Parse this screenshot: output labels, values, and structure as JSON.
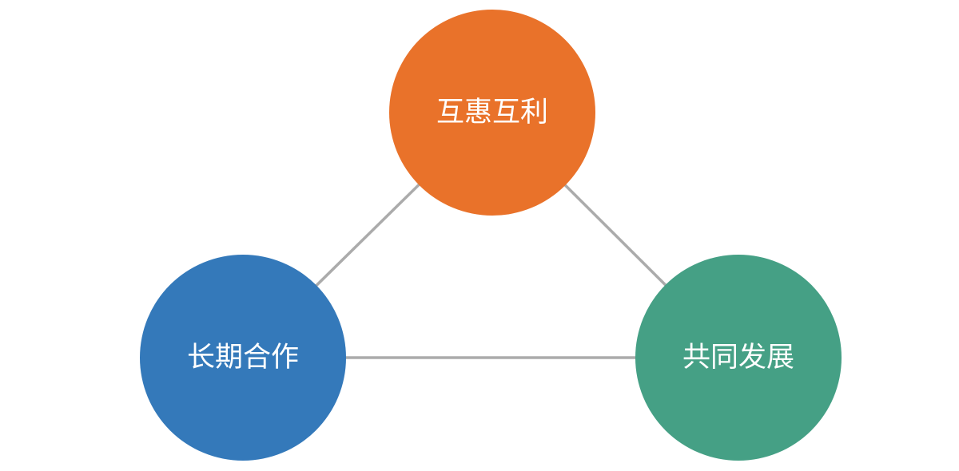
{
  "diagram": {
    "background_color": "#FFFFFF",
    "connector_color": "#ABABAB",
    "text_color": "#FFFFFF",
    "nodes": [
      {
        "id": "mutual-benefit",
        "label": "互惠互利",
        "color": "#E9722A"
      },
      {
        "id": "long-term-cooperation",
        "label": "长期合作",
        "color": "#3479BA"
      },
      {
        "id": "common-development",
        "label": "共同发展",
        "color": "#45A085"
      }
    ]
  }
}
